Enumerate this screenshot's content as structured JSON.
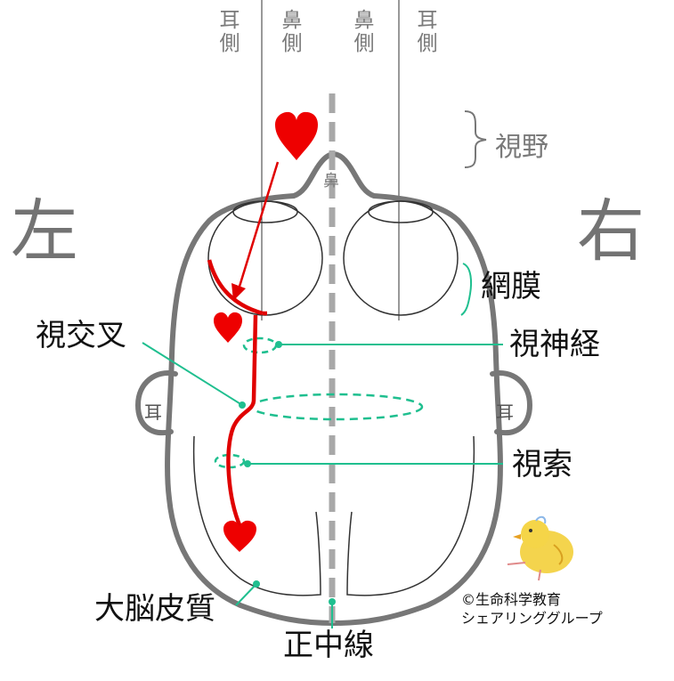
{
  "labels": {
    "ear_side": "耳側",
    "nose_side": "鼻側",
    "visual_field": "視野",
    "nose": "鼻",
    "left": "左",
    "right": "右",
    "retina": "網膜",
    "optic_chiasm": "視交叉",
    "optic_nerve": "視神経",
    "ear": "耳",
    "optic_tract": "視索",
    "cerebral_cortex": "大脳皮質",
    "midline": "正中線"
  },
  "copyright": {
    "line1": "©生命科学教育",
    "line2": "シェアリンググループ"
  },
  "icons": [
    "heart-icon",
    "chick-icon"
  ],
  "colors": {
    "outline": "#777777",
    "pathway": "#e00000",
    "leader": "#1fbf8f",
    "midline": "#a8a8a8"
  }
}
